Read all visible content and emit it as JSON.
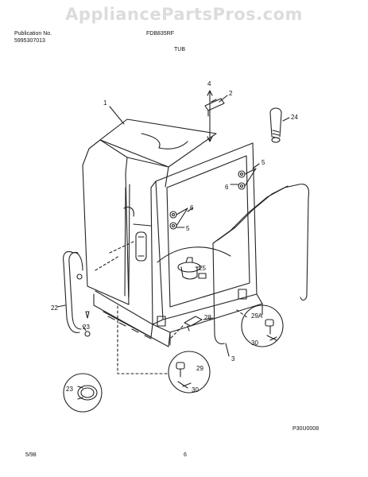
{
  "watermark": "AppliancePartsPros.com",
  "header": {
    "publication_label": "Publication No.",
    "publication_number": "5995307013",
    "model": "FDB835RF",
    "section": "TUB"
  },
  "footer": {
    "date": "5/98",
    "page": "6"
  },
  "diagram_code": "P30U0008",
  "callouts": {
    "c1": "1",
    "c2": "2",
    "c3": "3",
    "c4": "4",
    "c5a": "5",
    "c6a": "6",
    "c6b": "6",
    "c5b": "5",
    "c24": "24",
    "c25": "25",
    "c28": "28",
    "c29a": "29A",
    "c30a": "30",
    "c29": "29",
    "c30b": "30",
    "c22": "22",
    "c23a": "23",
    "c23b": "23"
  }
}
